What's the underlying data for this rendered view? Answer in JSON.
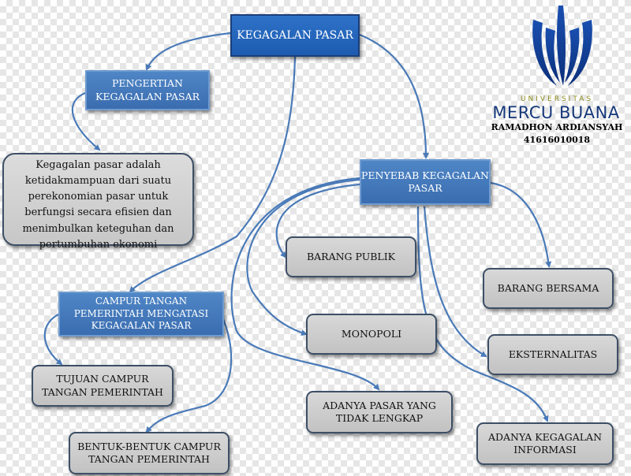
{
  "diagram": {
    "title": "KEGAGALAN PASAR",
    "definition_heading": "PENGERTIAN KEGAGALAN PASAR",
    "definition_text": "Kegagalan pasar adalah ketidakmampuan dari suatu perekonomian pasar untuk berfungsi secara efisien dan menimbulkan keteguhan dan pertumbuhan ekonomi",
    "causes_heading": "PENYEBAB KEGAGALAN PASAR",
    "causes": [
      "BARANG PUBLIK",
      "MONOPOLI",
      "ADANYA PASAR YANG TIDAK LENGKAP",
      "BARANG BERSAMA",
      "EKSTERNALITAS",
      "ADANYA KEGAGALAN INFORMASI"
    ],
    "intervention_heading": "CAMPUR TANGAN PEMERINTAH MENGATASI KEGAGALAN PASAR",
    "intervention_goal": "TUJUAN CAMPUR TANGAN PEMERINTAH",
    "intervention_forms": "BENTUK-BENTUK CAMPUR TANGAN PEMERINTAH"
  },
  "logo": {
    "line1": "UNIVERSITAS",
    "line2": "MERCU BUANA",
    "author_name": "RAMADHON ARDIANSYAH",
    "author_id": "41616010018"
  },
  "colors": {
    "box_blue": "#4f86c6",
    "box_blue_dark": "#1d5bb0",
    "box_gray": "#c8c8c8",
    "connector": "#4a7ab8",
    "logo_blue": "#16387a"
  }
}
